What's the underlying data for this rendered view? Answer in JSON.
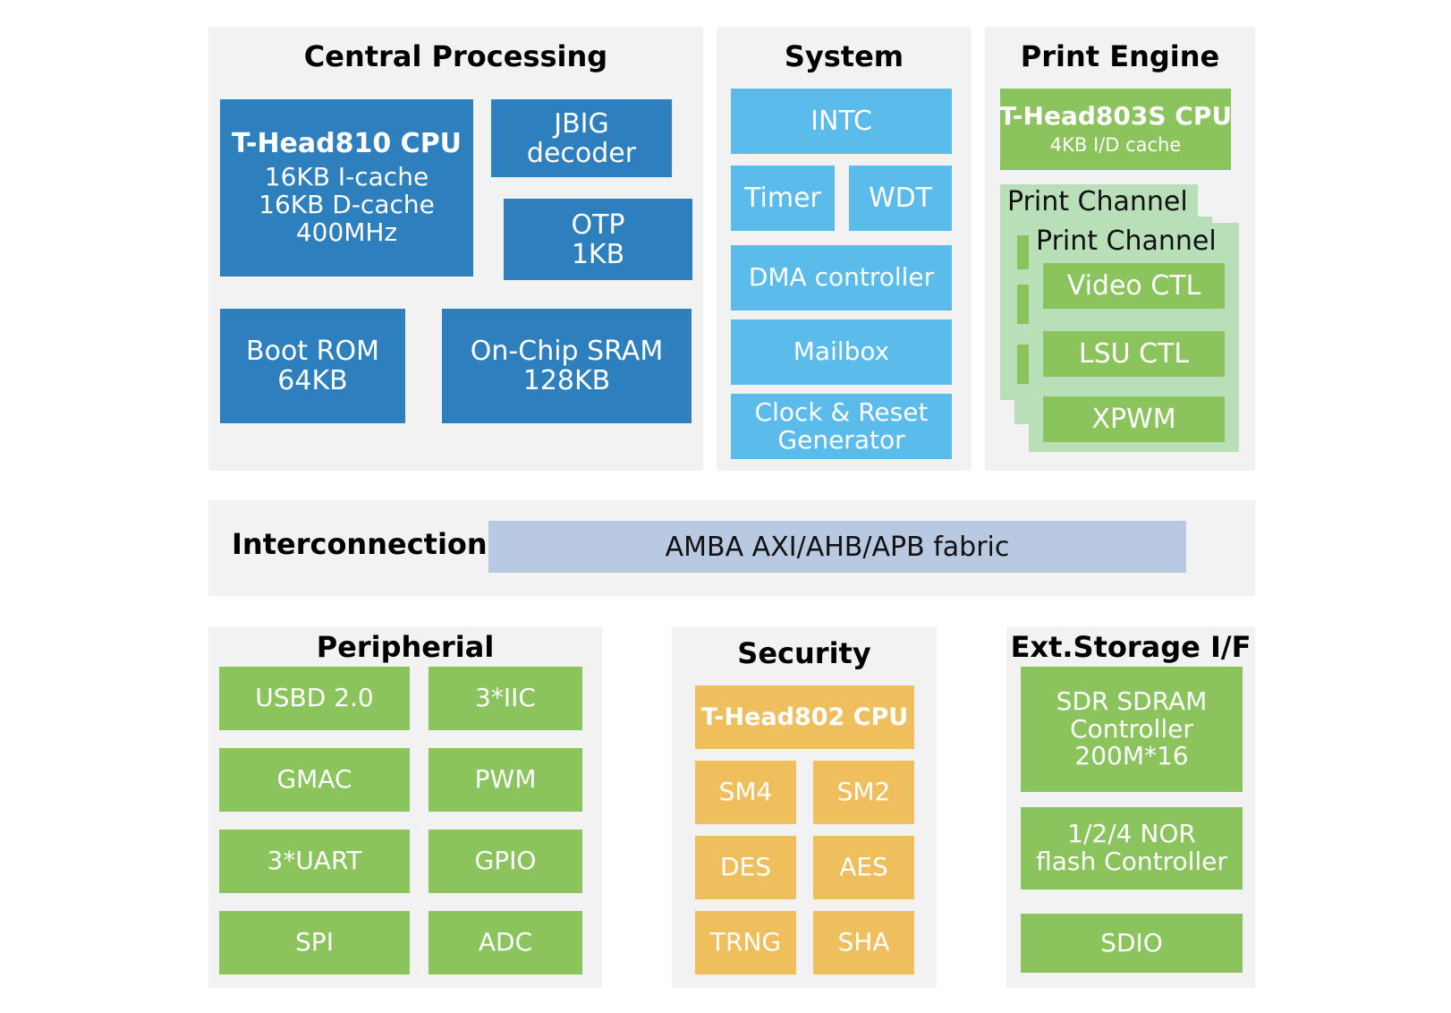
{
  "central": {
    "title": "Central Processing",
    "cpu": {
      "name": "T-Head810 CPU",
      "l1": "16KB I-cache",
      "l2": "16KB D-cache",
      "l3": "400MHz"
    },
    "jbig": {
      "l1": "JBIG",
      "l2": "decoder"
    },
    "otp": {
      "l1": "OTP",
      "l2": "1KB"
    },
    "bootrom": {
      "l1": "Boot ROM",
      "l2": "64KB"
    },
    "sram": {
      "l1": "On-Chip SRAM",
      "l2": "128KB"
    }
  },
  "system": {
    "title": "System",
    "intc": "INTC",
    "timer": "Timer",
    "wdt": "WDT",
    "dma": "DMA controller",
    "mailbox": "Mailbox",
    "clock": {
      "l1": "Clock & Reset",
      "l2": "Generator"
    }
  },
  "print_engine": {
    "title": "Print Engine",
    "cpu": {
      "name": "T-Head803S CPU",
      "sub": "4KB I/D cache"
    },
    "channel_back": "Print Channel",
    "channel_front": "Print Channel",
    "video": "Video CTL",
    "lsu": "LSU CTL",
    "xpwm": "XPWM"
  },
  "interconnect": {
    "title": "Interconnection",
    "fabric": "AMBA AXI/AHB/APB fabric"
  },
  "peripheral": {
    "title": "Peripherial",
    "items": [
      "USBD 2.0",
      "3*IIC",
      "GMAC",
      "PWM",
      "3*UART",
      "GPIO",
      "SPI",
      "ADC"
    ]
  },
  "security": {
    "title": "Security",
    "cpu": "T-Head802 CPU",
    "items": [
      "SM4",
      "SM2",
      "DES",
      "AES",
      "TRNG",
      "SHA"
    ]
  },
  "storage": {
    "title": "Ext.Storage I/F",
    "sdram": {
      "l1": "SDR SDRAM",
      "l2": "Controller",
      "l3": "200M*16"
    },
    "nor": {
      "l1": "1/2/4 NOR",
      "l2": "flash Controller"
    },
    "sdio": "SDIO"
  },
  "colors": {
    "panel_bg": "#f2f2f2",
    "dark_blue": "#2e7fbd",
    "light_blue": "#5bbcec",
    "green": "#8bc45c",
    "light_green": "#b8dfb8",
    "orange": "#f0bf5d",
    "fabric": "#b8c9e1"
  }
}
